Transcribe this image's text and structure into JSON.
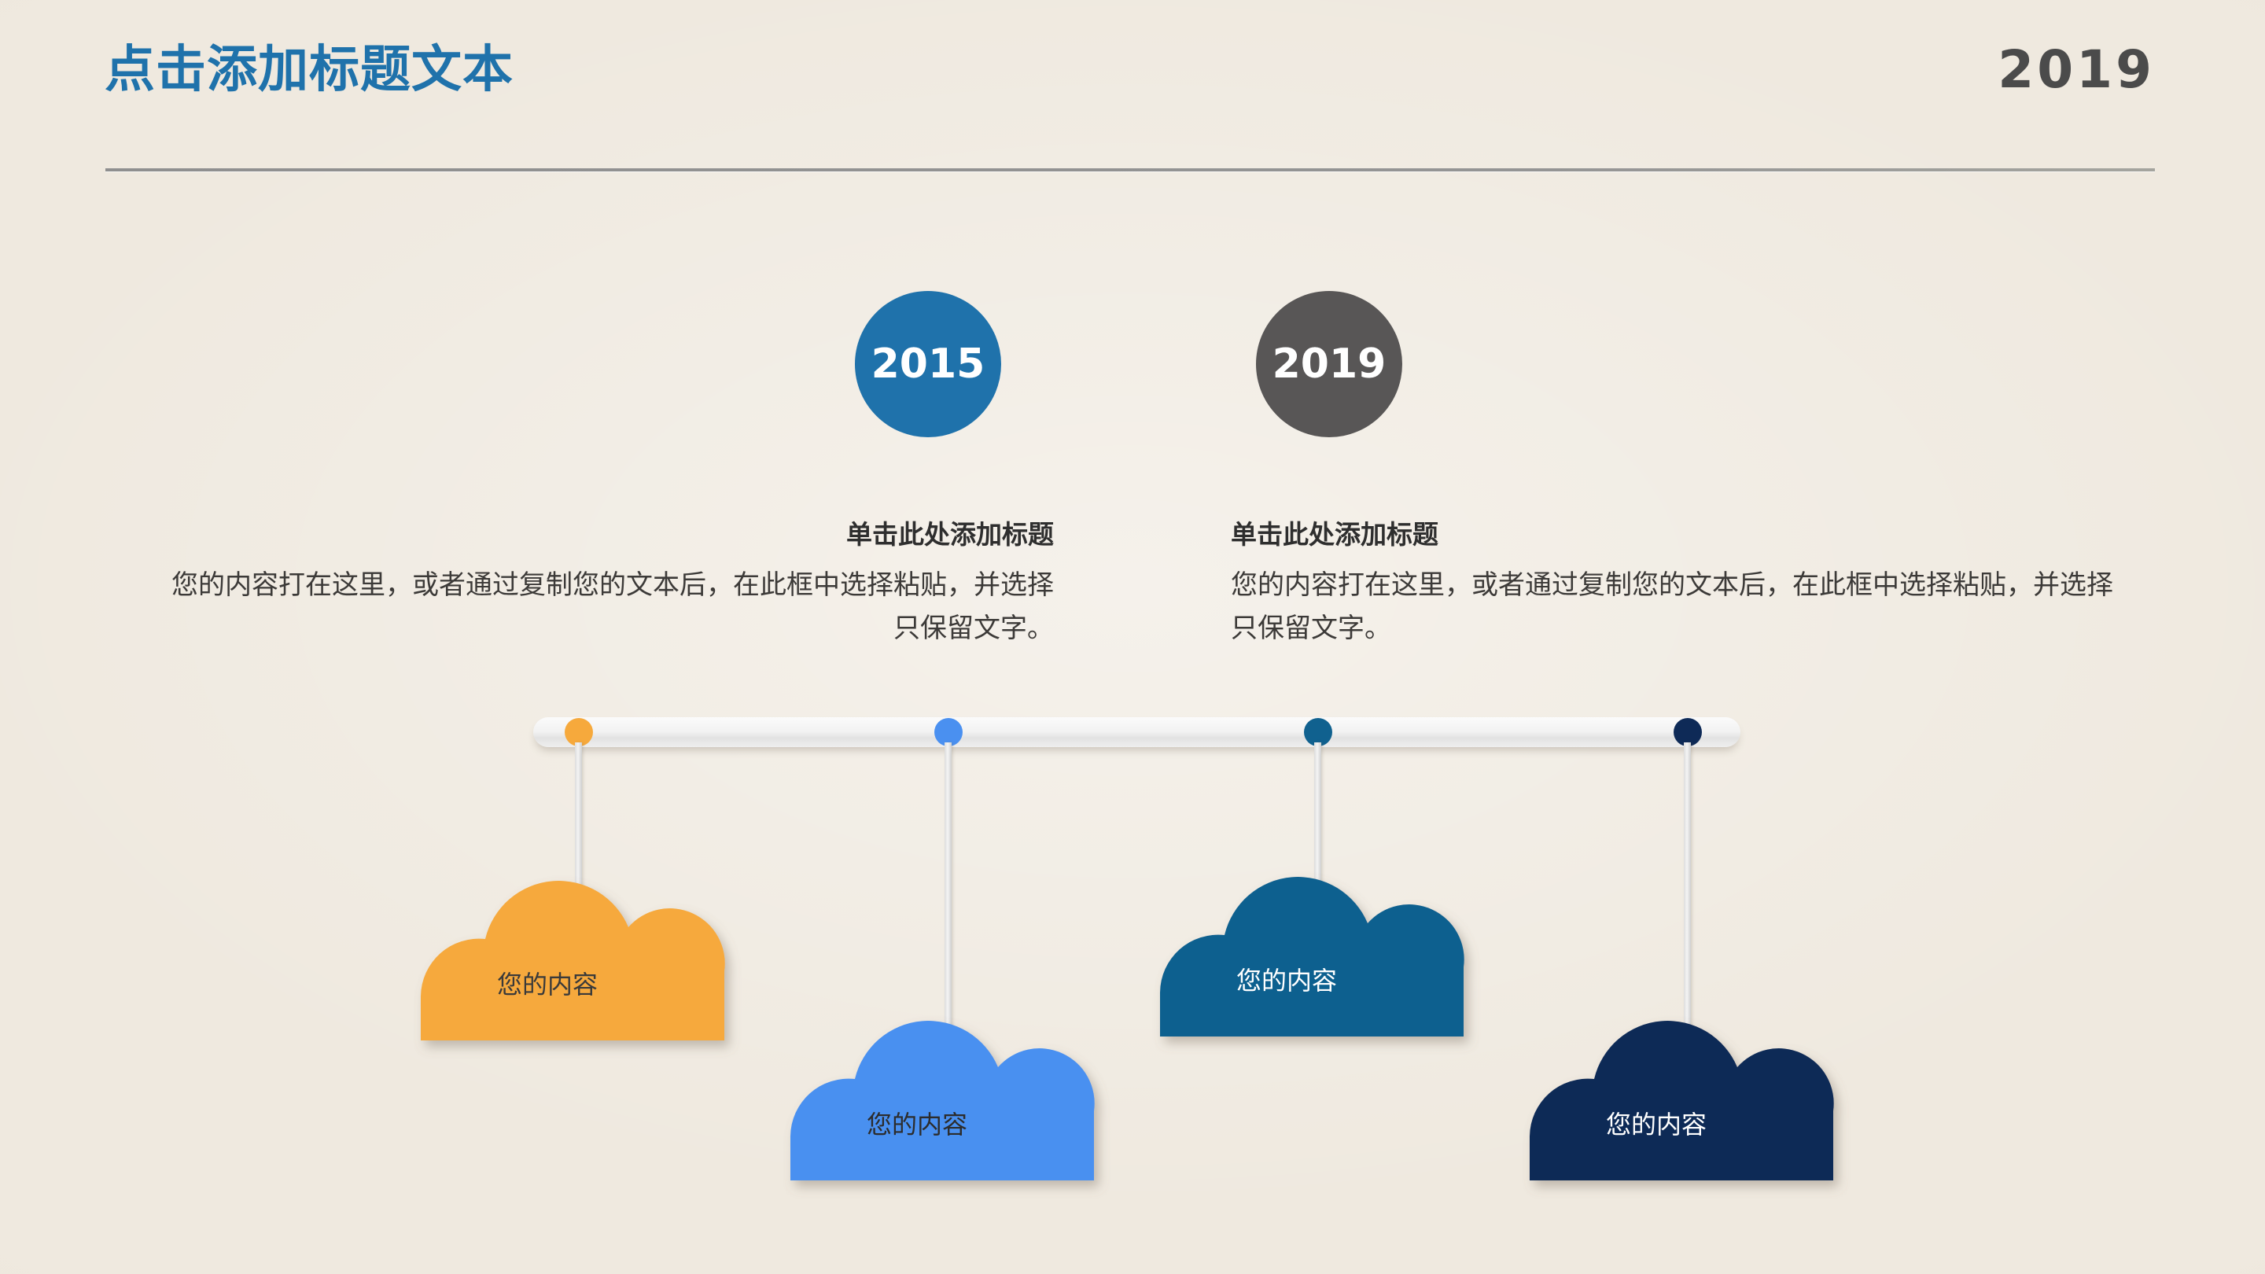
{
  "header": {
    "title": "点击添加标题文本",
    "year": "2019",
    "title_color": "#1f72ab",
    "year_color": "#4b4b4b"
  },
  "milestones": [
    {
      "year": "2015",
      "color": "#1f72ab"
    },
    {
      "year": "2019",
      "color": "#585656"
    }
  ],
  "text_blocks": [
    {
      "heading": "单击此处添加标题",
      "body": "您的内容打在这里，或者通过复制您的文本后，在此框中选择粘贴，并选择只保留文字。"
    },
    {
      "heading": "单击此处添加标题",
      "body": "您的内容打在这里，或者通过复制您的文本后，在此框中选择粘贴，并选择只保留文字。"
    }
  ],
  "timeline": {
    "dots": [
      {
        "color": "#f6a93c"
      },
      {
        "color": "#4a90f0"
      },
      {
        "color": "#10618f"
      },
      {
        "color": "#0e2a57"
      }
    ]
  },
  "clouds": [
    {
      "label": "您的内容",
      "fill": "#f6a93c",
      "text_color": "#3a3a3a"
    },
    {
      "label": "您的内容",
      "fill": "#4a90f0",
      "text_color": "#2c2c2c"
    },
    {
      "label": "您的内容",
      "fill": "#10618f",
      "text_color": "#ffffff"
    },
    {
      "label": "您的内容",
      "fill": "#0e2a57",
      "text_color": "#ffffff"
    }
  ]
}
